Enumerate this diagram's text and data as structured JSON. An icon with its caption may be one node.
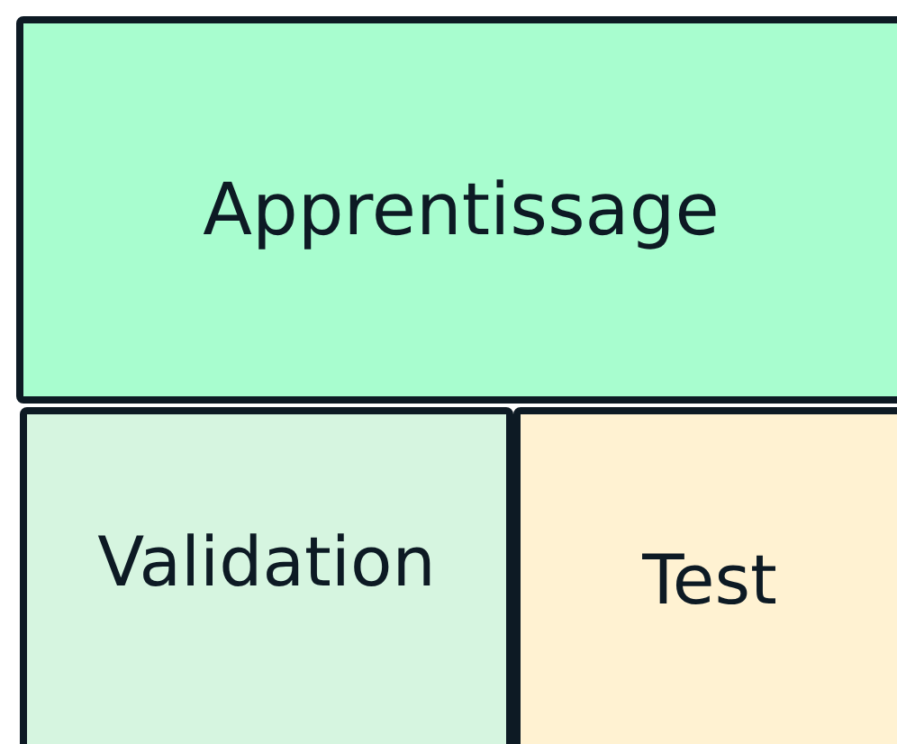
{
  "diagram": {
    "nodes": [
      {
        "text": [
          "Apprentissage"
        ]
      },
      {
        "text": [
          "Validation"
        ]
      },
      {
        "text": [
          "Test"
        ]
      }
    ]
  }
}
